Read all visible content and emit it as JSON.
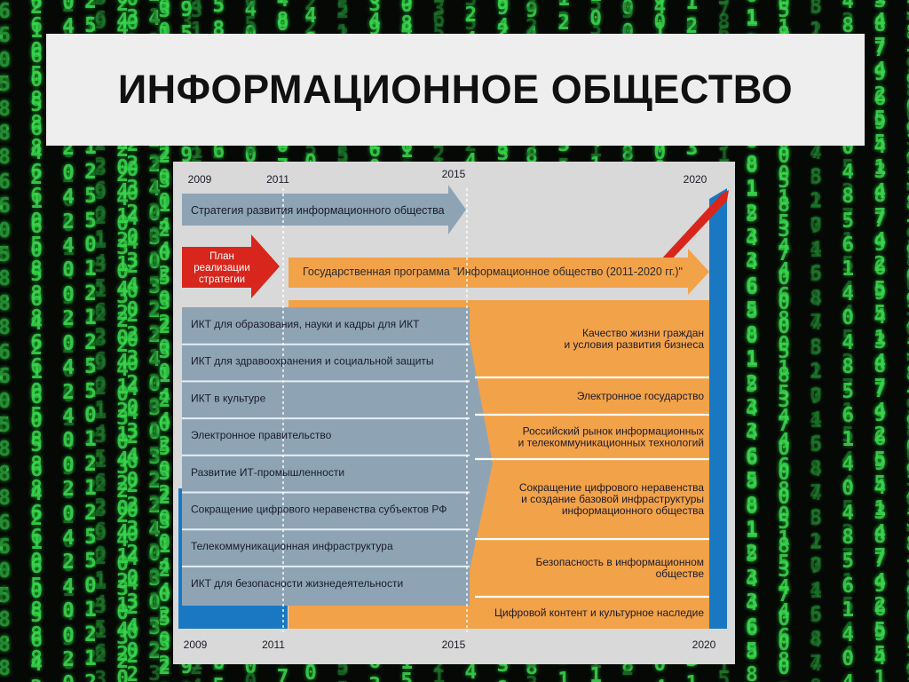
{
  "title": "ИНФОРМАЦИОННОЕ ОБЩЕСТВО",
  "matrix": [
    {
      "digits": "6605888",
      "dim": false
    },
    {
      "digits": "6260145",
      "dim": true
    },
    {
      "digits": "0200442",
      "dim": false
    },
    {
      "digits": "2323119",
      "dim": true
    },
    {
      "digits": "3032240",
      "dim": false
    },
    {
      "digits": "0125233",
      "dim": true
    },
    {
      "digits": "0111504",
      "dim": false
    },
    {
      "digits": "2205115",
      "dim": true
    },
    {
      "digits": "1042421",
      "dim": false
    },
    {
      "digits": "1235012",
      "dim": true
    },
    {
      "digits": "9189465",
      "dim": false
    },
    {
      "digits": "8631532",
      "dim": true
    },
    {
      "digits": "3507800",
      "dim": false
    },
    {
      "digits": "6088417",
      "dim": true
    },
    {
      "digits": "0154468",
      "dim": false
    },
    {
      "digits": "4527154",
      "dim": true
    },
    {
      "digits": "9438796",
      "dim": false
    }
  ],
  "diagram": {
    "years_top": [
      "2009",
      "2011",
      "2015",
      "2020"
    ],
    "years_bottom": [
      "2009",
      "2011",
      "2015",
      "2020"
    ],
    "strategy": "Стратегия развития информационного общества",
    "plan": [
      "План",
      "реализации",
      "стратегии"
    ],
    "program": "Государственная программа \"Информационное общество (2011-2020 гг.)\"",
    "left_items": [
      "ИКТ для образования, науки и кадры для ИКТ",
      "ИКТ для здравоохранения и социальной защиты",
      "ИКТ в культуре",
      "Электронное правительство",
      "Развитие ИТ-промышленности",
      "Сокращение цифрового неравенства субъектов РФ",
      "Телекоммуникационная инфраструктура",
      "ИКТ для безопасности жизнедеятельности"
    ],
    "right_items": [
      [
        "Качество жизни граждан",
        "и условия развития бизнеса"
      ],
      [
        "Электронное государство"
      ],
      [
        "Российский рынок информационных",
        "и телекоммуникационных технологий"
      ],
      [
        "Сокращение цифрового неравенства",
        "и создание базовой инфраструктуры",
        "информационного общества"
      ],
      [
        "Безопасность в информационном",
        "обществе"
      ],
      [
        "Цифровой контент и культурное наследие"
      ]
    ],
    "colors": {
      "gray_arrow": "#8ea4b5",
      "orange": "#f2a249",
      "red": "#d8261c",
      "blue": "#1a78c2",
      "bg": "#d9d9d9"
    }
  }
}
